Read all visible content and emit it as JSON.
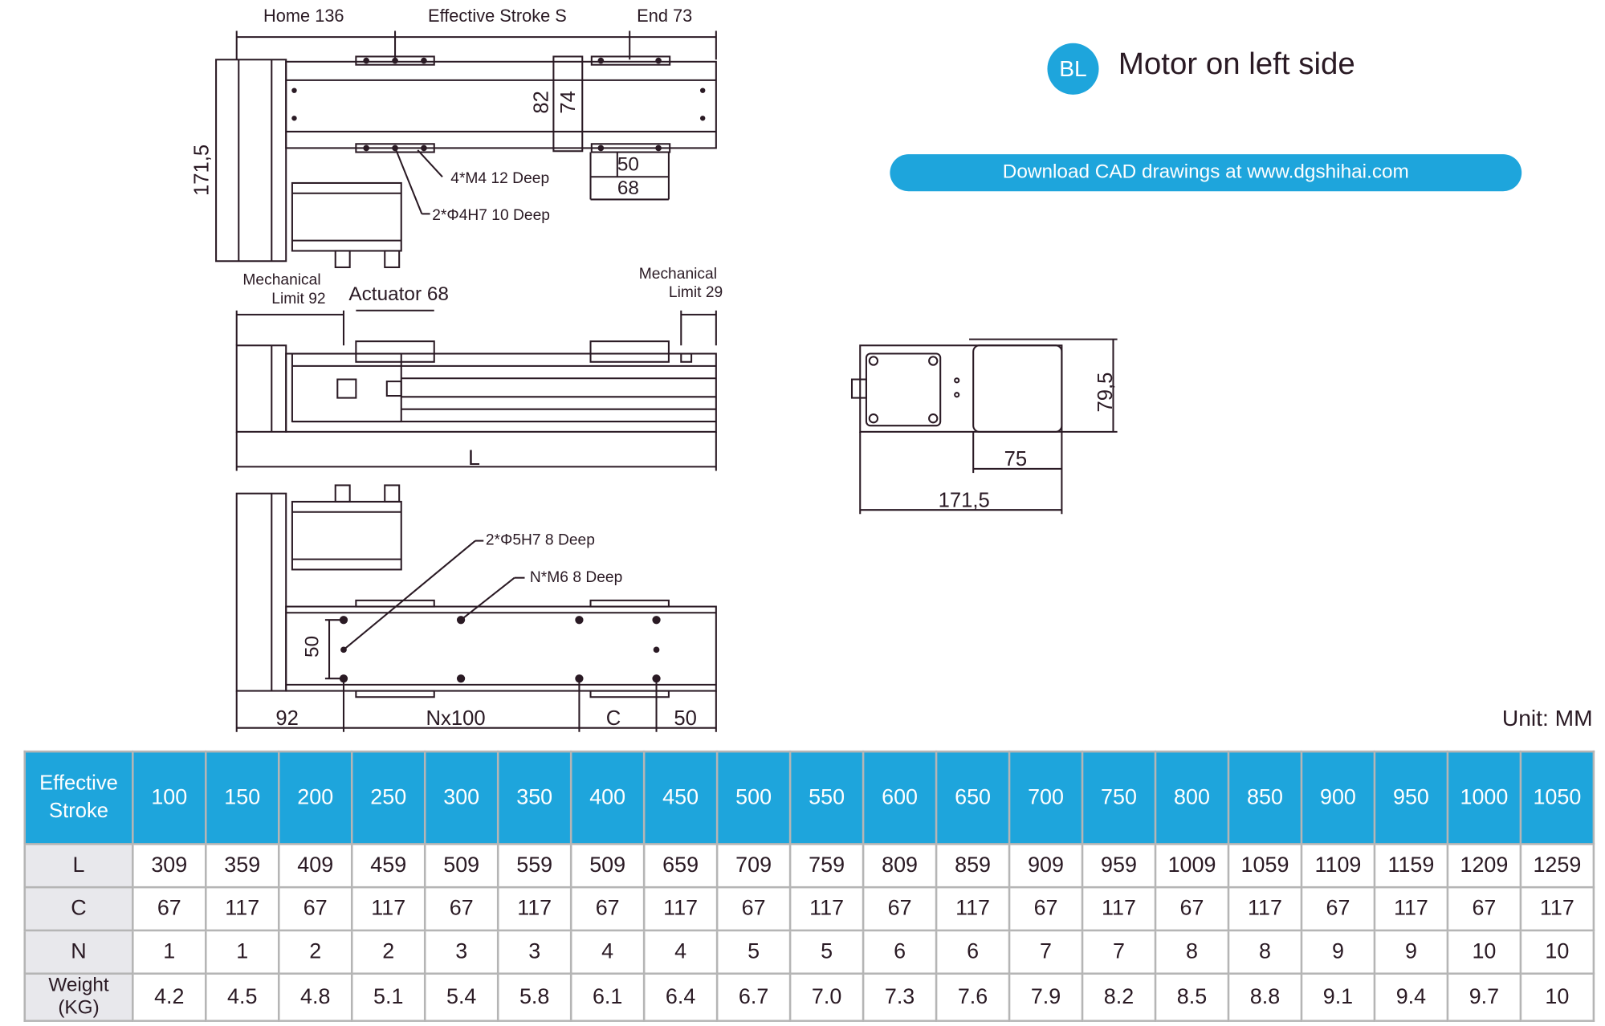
{
  "header": {
    "badge": "BL",
    "title": "Motor on left side",
    "download_label": "Download CAD drawings at www.dgshihai.com",
    "unit": "Unit: MM"
  },
  "drawing": {
    "home": "Home 136",
    "effective_stroke": "Effective Stroke S",
    "end": "End 73",
    "dim_82": "82",
    "dim_74": "74",
    "dim_171_5_v": "171,5",
    "dim_50_top": "50",
    "dim_68": "68",
    "hole_m4": "4*M4  12 Deep",
    "hole_phi4": "2*Φ4H7  10 Deep",
    "mech_limit_left": [
      "Mechanical",
      "Limit 92"
    ],
    "actuator": "Actuator 68",
    "mech_limit_right": [
      "Mechanical",
      "Limit 29"
    ],
    "dim_L": "L",
    "hole_phi5": "2*Φ5H7 8 Deep",
    "hole_m6": "N*M6  8 Deep",
    "dim_50_side": "50",
    "dim_92": "92",
    "dim_nx100": "Nx100",
    "dim_C": "C",
    "dim_50_bottom": "50",
    "dim_79_5": "79,5",
    "dim_75": "75",
    "dim_171_5_h": "171,5"
  },
  "table": {
    "header_label": [
      "Effective",
      "Stroke"
    ],
    "strokes": [
      "100",
      "150",
      "200",
      "250",
      "300",
      "350",
      "400",
      "450",
      "500",
      "550",
      "600",
      "650",
      "700",
      "750",
      "800",
      "850",
      "900",
      "950",
      "1000",
      "1050"
    ],
    "rows": [
      {
        "label": "L",
        "values": [
          "309",
          "359",
          "409",
          "459",
          "509",
          "559",
          "509",
          "659",
          "709",
          "759",
          "809",
          "859",
          "909",
          "959",
          "1009",
          "1059",
          "1109",
          "1159",
          "1209",
          "1259"
        ]
      },
      {
        "label": "C",
        "values": [
          "67",
          "117",
          "67",
          "117",
          "67",
          "117",
          "67",
          "117",
          "67",
          "117",
          "67",
          "117",
          "67",
          "117",
          "67",
          "117",
          "67",
          "117",
          "67",
          "117"
        ]
      },
      {
        "label": "N",
        "values": [
          "1",
          "1",
          "2",
          "2",
          "3",
          "3",
          "4",
          "4",
          "5",
          "5",
          "6",
          "6",
          "7",
          "7",
          "8",
          "8",
          "9",
          "9",
          "10",
          "10"
        ]
      },
      {
        "label": "Weight (KG)",
        "values": [
          "4.2",
          "4.5",
          "4.8",
          "5.1",
          "5.4",
          "5.8",
          "6.1",
          "6.4",
          "6.7",
          "7.0",
          "7.3",
          "7.6",
          "7.9",
          "8.2",
          "8.5",
          "8.8",
          "9.1",
          "9.4",
          "9.7",
          "10"
        ]
      }
    ]
  },
  "colors": {
    "accent": "#1ea5dc",
    "line": "#2a1a24",
    "row_header": "#e8e8ec"
  }
}
